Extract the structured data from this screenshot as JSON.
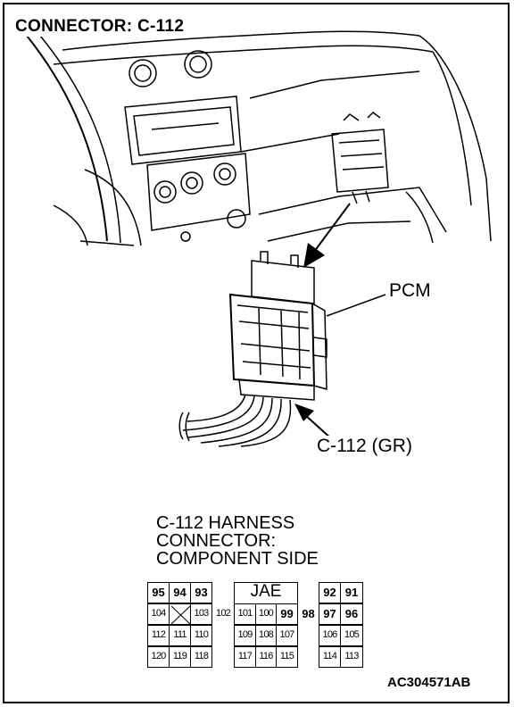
{
  "title": "CONNECTOR: C-112",
  "callouts": {
    "pcm": "PCM",
    "connector": "C-112 (GR)"
  },
  "harness": {
    "line1": "C-112 HARNESS",
    "line2": "CONNECTOR:",
    "line3": "COMPONENT SIDE",
    "key": "JAE",
    "left_block": {
      "row1": [
        "95",
        "94",
        "93"
      ],
      "row2": [
        "104",
        "",
        "103"
      ],
      "row3": [
        "112",
        "111",
        "110"
      ],
      "row4": [
        "120",
        "119",
        "118"
      ]
    },
    "mid_block": {
      "row2": [
        "101",
        "100",
        "99"
      ],
      "row3": [
        "109",
        "108",
        "107"
      ],
      "row4": [
        "117",
        "116",
        "115"
      ]
    },
    "right_block": {
      "row1": [
        "92",
        "91"
      ],
      "row2": [
        "97",
        "96"
      ],
      "row3": [
        "106",
        "105"
      ],
      "row4": [
        "114",
        "113"
      ]
    },
    "between": {
      "p102": "102",
      "p98": "98"
    }
  },
  "figure_id": "AC304571AB"
}
